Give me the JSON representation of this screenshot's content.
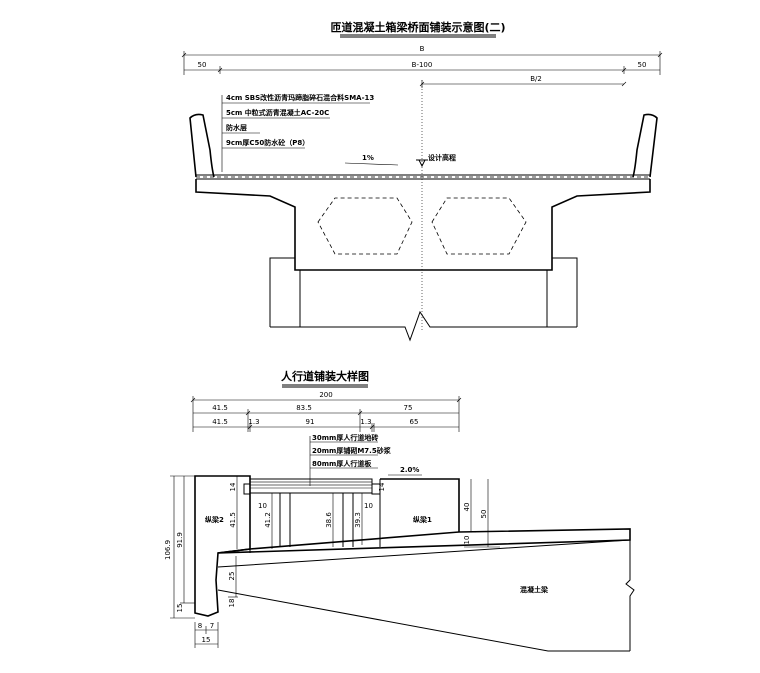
{
  "top_figure": {
    "title": "匝道混凝土箱梁桥面铺装示意图(二)",
    "dims": {
      "total": "B",
      "left": "50",
      "middle": "B-100",
      "right": "50",
      "half": "B/2"
    },
    "layers": [
      "4cm SBS改性沥青玛蹄脂碎石混合料SMA-13",
      "5cm 中粒式沥青混凝土AC-20C",
      "防水层",
      "9cm厚C50防水砼（P8）"
    ],
    "slope": "1%",
    "design_elevation": "设计高程"
  },
  "bottom_figure": {
    "title": "人行道铺装大样图",
    "dims_row1": [
      "200"
    ],
    "dims_row2": [
      "41.5",
      "83.5",
      "75"
    ],
    "dims_row3": [
      "41.5",
      "1.3",
      "91",
      "1.3",
      "65"
    ],
    "layers": [
      "30mm厚人行道地砖",
      "20mm厚铺砌M7.5砂浆",
      "80mm厚人行道板"
    ],
    "slope": "2.0%",
    "labels": {
      "left_beam": "纵梁2",
      "right_beam": "纵梁1",
      "girder": "混凝土梁"
    },
    "vertical_dims": {
      "total_left": "106.9",
      "left_mid": "91.9",
      "left_bottom": "15",
      "d14a": "14",
      "d415": "41.5",
      "d10a": "10",
      "d412": "41.2",
      "d386": "38.6",
      "d10b": "10",
      "d393": "39.3",
      "d14b": "14",
      "d40": "40",
      "d50": "50",
      "d10c": "10",
      "d25": "25",
      "d18": "18"
    },
    "bottom_dims": [
      "8",
      "7",
      "15"
    ]
  }
}
